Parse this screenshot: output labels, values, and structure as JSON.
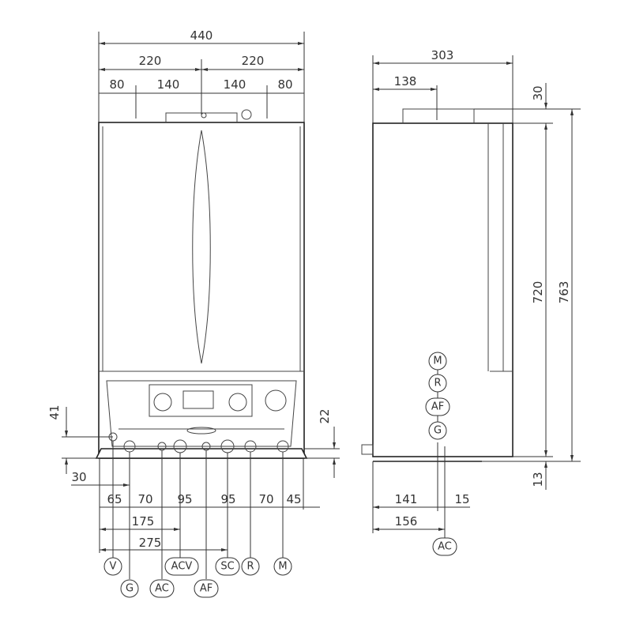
{
  "front_view": {
    "top_dims": {
      "overall": "440",
      "half_left": "220",
      "half_right": "220",
      "q1": "80",
      "q2": "140",
      "q3": "140",
      "q4": "80"
    },
    "side_dims": {
      "left": "41",
      "right": "22"
    },
    "bottom_dims": {
      "d30": "30",
      "d65": "65",
      "d70a": "70",
      "d95a": "95",
      "d95b": "95",
      "d70b": "70",
      "d45": "45",
      "d175": "175",
      "d275": "275"
    },
    "connections": [
      "V",
      "G",
      "AC",
      "ACV",
      "AF",
      "SC",
      "R",
      "M"
    ]
  },
  "side_view": {
    "dims": {
      "depth": "303",
      "d138": "138",
      "d30": "30",
      "d720": "720",
      "d763": "763",
      "d13": "13",
      "d141": "141",
      "d15": "15",
      "d156": "156"
    },
    "connections": [
      "M",
      "R",
      "AF",
      "G",
      "AC"
    ]
  }
}
